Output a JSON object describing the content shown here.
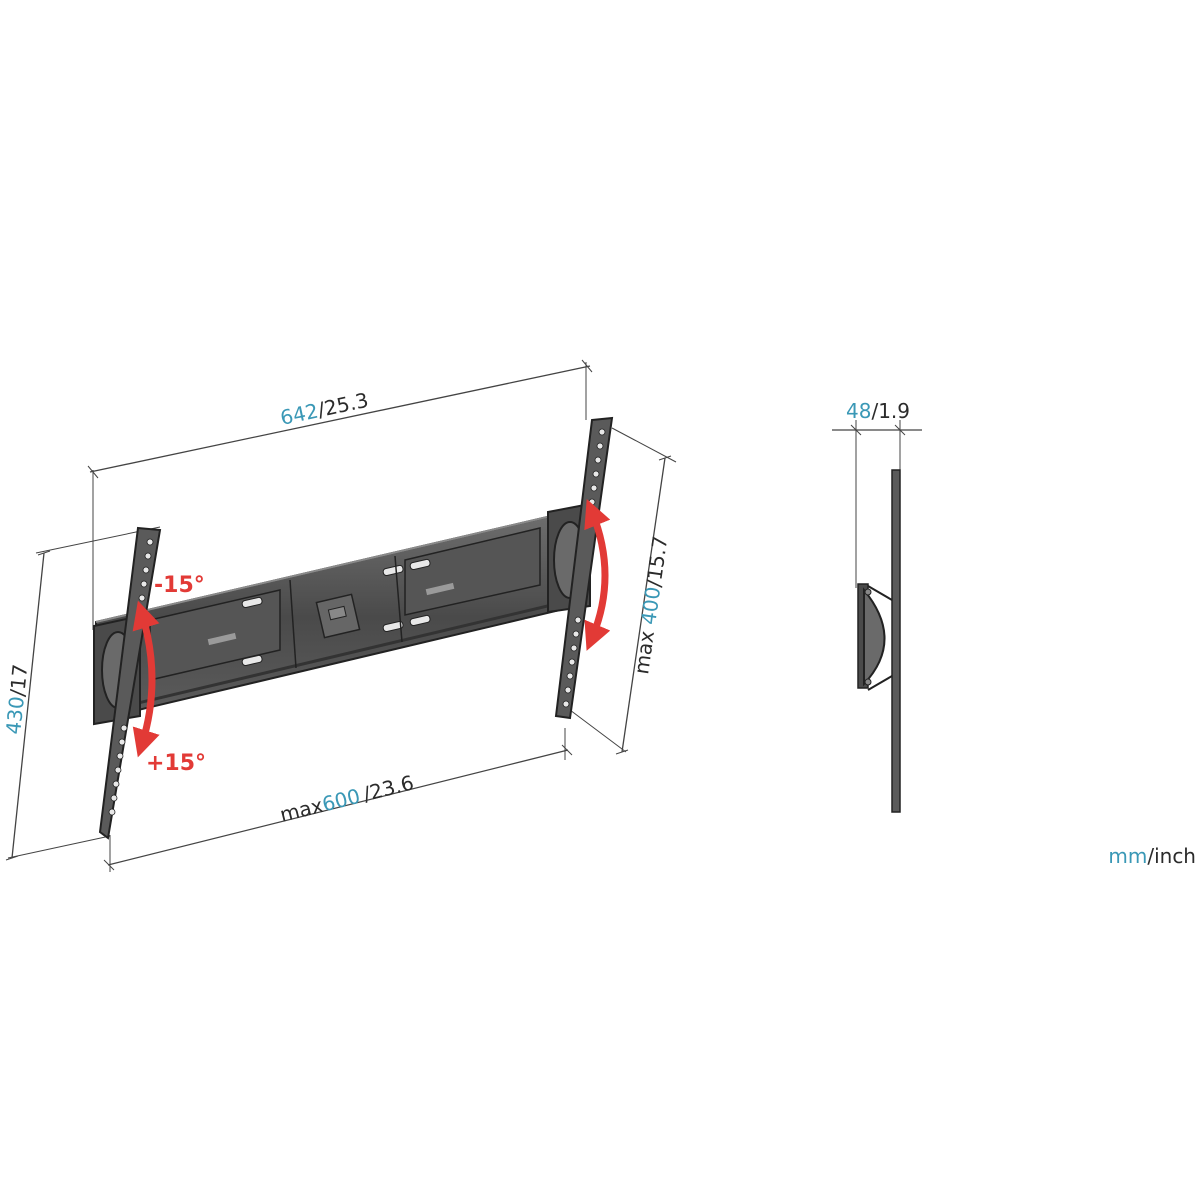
{
  "dimensions": {
    "overall_width": {
      "mm": "642",
      "inch": "/25.3"
    },
    "height": {
      "mm": "430",
      "inch": "/17"
    },
    "vesa_horizontal": {
      "prefix": "max",
      "mm": "600",
      "inch": "/23.6"
    },
    "vesa_vertical": {
      "prefix": "max ",
      "mm": "400",
      "inch": "/15.7"
    },
    "depth": {
      "mm": "48",
      "inch": "/1.9"
    }
  },
  "tilt": {
    "up": "-15°",
    "down": "+15°"
  },
  "units": {
    "metric": "mm",
    "imperial": "/inch"
  },
  "colors": {
    "accent": "#3a98b6",
    "arrow": "#e23a36",
    "bracket": "#5a5a5a"
  }
}
